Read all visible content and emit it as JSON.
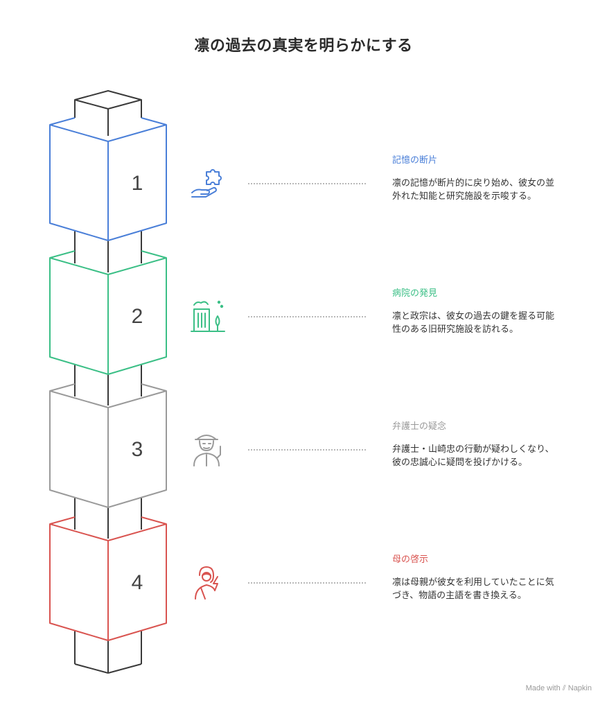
{
  "title": "凛の過去の真実を明らかにする",
  "colors": {
    "blue": "#4a7fd8",
    "green": "#3bbf86",
    "gray": "#9a9a9a",
    "red": "#d95450",
    "dark": "#3a3a3a"
  },
  "steps": [
    {
      "number": "1",
      "title": "記憶の断片",
      "desc": "凛の記憶が断片的に戻り始め、彼女の並外れた知能と研究施設を示唆する。",
      "color": "#4a7fd8",
      "icon": "puzzle-hand-icon"
    },
    {
      "number": "2",
      "title": "病院の発見",
      "desc": "凛と政宗は、彼女の過去の鍵を握る可能性のある旧研究施設を訪れる。",
      "color": "#3bbf86",
      "icon": "building-tree-icon"
    },
    {
      "number": "3",
      "title": "弁護士の疑念",
      "desc": "弁護士・山崎忠の行動が疑わしくなり、彼の忠誠心に疑問を投げかける。",
      "color": "#9a9a9a",
      "icon": "suspicious-person-icon"
    },
    {
      "number": "4",
      "title": "母の啓示",
      "desc": "凛は母親が彼女を利用していたことに気づき、物語の主語を書き換える。",
      "color": "#d95450",
      "icon": "woman-lightning-icon"
    }
  ],
  "footer": {
    "made_with": "Made with",
    "brand": "Napkin"
  }
}
